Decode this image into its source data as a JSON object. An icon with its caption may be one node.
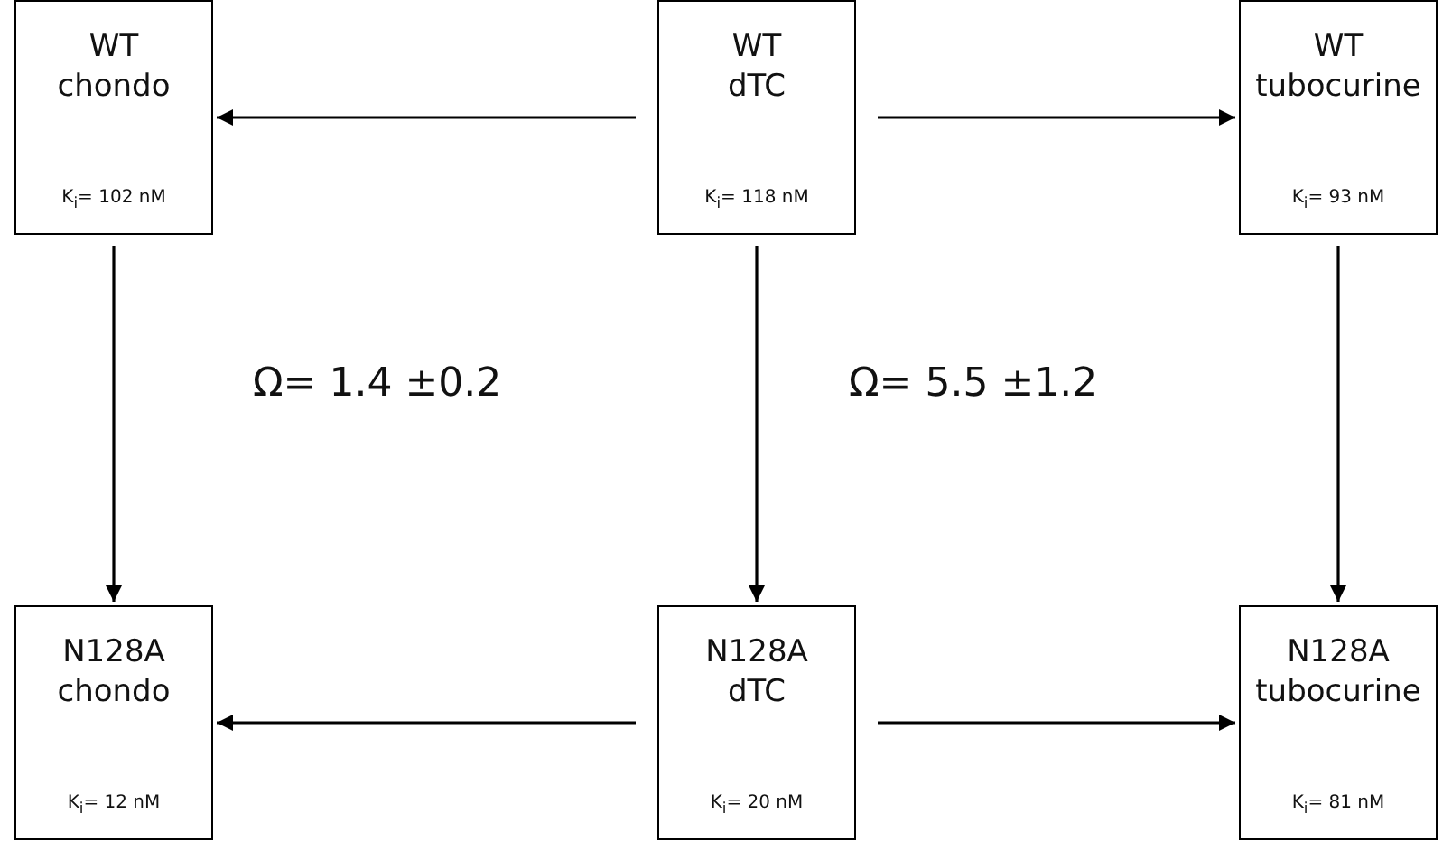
{
  "diagram": {
    "nodes": [
      {
        "text": [
          "WT chondo",
          "K$_{i}$= 102 nM"
        ]
      },
      {
        "text": [
          "WT dTC",
          "K$_{i}$= 118 nM"
        ]
      },
      {
        "text": [
          "WT tubocurine",
          "K$_{i}$= 93 nM"
        ]
      },
      {
        "text": [
          "N128A chondo",
          "K$_{i}$= 12 nM"
        ]
      },
      {
        "text": [
          "N128A dTC",
          "K$_{i}$= 20 nM"
        ]
      },
      {
        "text": [
          "N128A tubocurine",
          "K$_{i}$= 81 nM"
        ]
      }
    ],
    "edges": [
      {
        "from": 1,
        "to": 0,
        "arrow": "to"
      },
      {
        "from": 1,
        "to": 2,
        "arrow": "to"
      },
      {
        "from": 0,
        "to": 3,
        "arrow": "to"
      },
      {
        "from": 1,
        "to": 4,
        "arrow": "to"
      },
      {
        "from": 2,
        "to": 5,
        "arrow": "to"
      },
      {
        "from": 4,
        "to": 3,
        "arrow": "to"
      },
      {
        "from": 4,
        "to": 5,
        "arrow": "to"
      }
    ],
    "labels": [
      "Ω= 1.4 ±0.2",
      "Ω= 5.5 ±1.2"
    ]
  }
}
